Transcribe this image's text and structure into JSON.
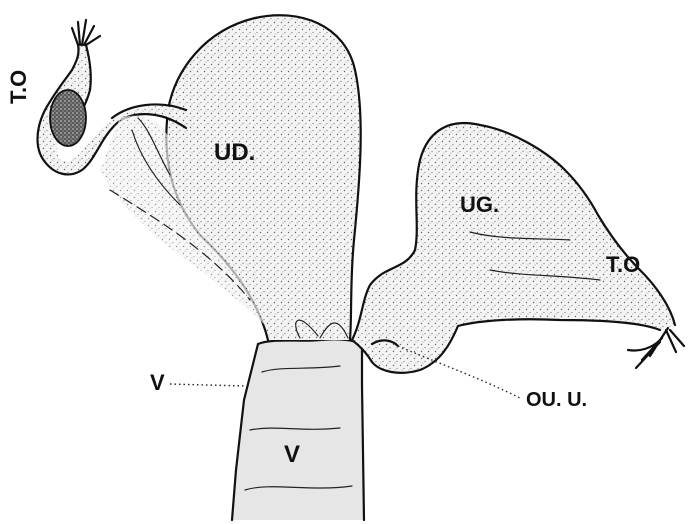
{
  "labels": {
    "tube_left": "T.O",
    "uterus_right": "UD.",
    "uterus_left": "UG.",
    "tube_right": "T.O",
    "vagina_outer": "V",
    "vagina_inner": "V",
    "uterine_os": "OU. U."
  },
  "colors": {
    "ink": "#111111",
    "paper": "#ffffff",
    "stipple": "#efefef"
  }
}
